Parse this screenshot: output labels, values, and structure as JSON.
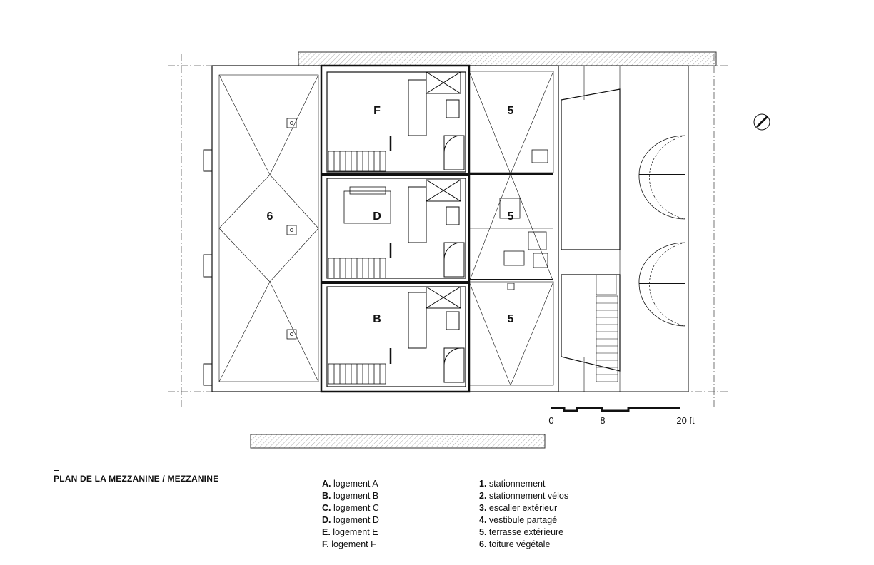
{
  "title": "PLAN DE LA MEZZANINE / MEZZANINE",
  "units": [
    {
      "label": "F"
    },
    {
      "label": "D"
    },
    {
      "label": "B"
    }
  ],
  "terraces": [
    "5",
    "5",
    "5"
  ],
  "green_roof": "6",
  "scale": {
    "ticks": [
      "0",
      "8",
      "20 ft"
    ]
  },
  "legend_left": [
    {
      "key": "A.",
      "text": "logement A"
    },
    {
      "key": "B.",
      "text": "logement B"
    },
    {
      "key": "C.",
      "text": "logement C"
    },
    {
      "key": "D.",
      "text": "logement D"
    },
    {
      "key": "E.",
      "text": "logement E"
    },
    {
      "key": "F.",
      "text": "logement F"
    }
  ],
  "legend_right": [
    {
      "key": "1.",
      "text": "stationnement"
    },
    {
      "key": "2.",
      "text": "stationnement vélos"
    },
    {
      "key": "3.",
      "text": "escalier extérieur"
    },
    {
      "key": "4.",
      "text": "vestibule partagé"
    },
    {
      "key": "5.",
      "text": "terrasse extérieure"
    },
    {
      "key": "6.",
      "text": "toiture végétale"
    }
  ]
}
